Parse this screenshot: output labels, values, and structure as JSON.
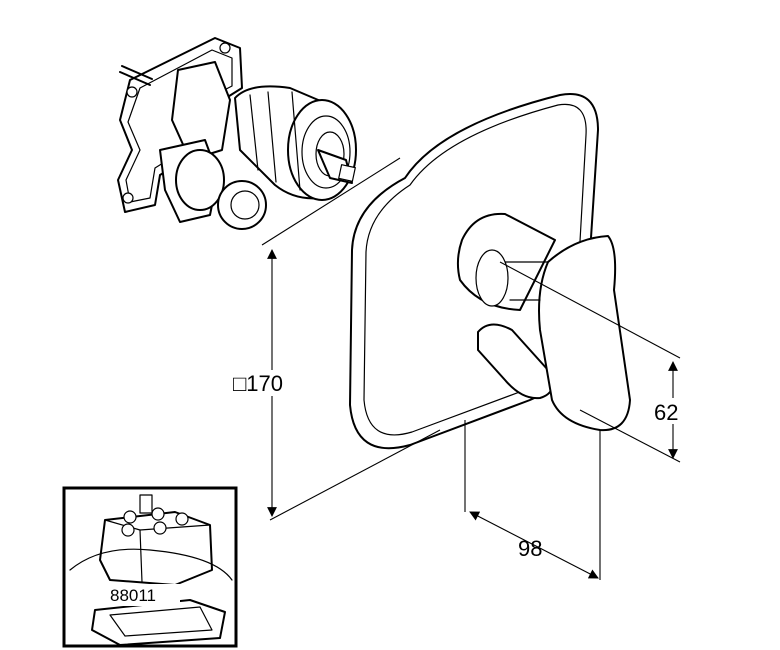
{
  "dimensions": {
    "plate_size": "□170",
    "handle_height": "62",
    "projection": "98"
  },
  "inset": {
    "part_number": "88011"
  }
}
